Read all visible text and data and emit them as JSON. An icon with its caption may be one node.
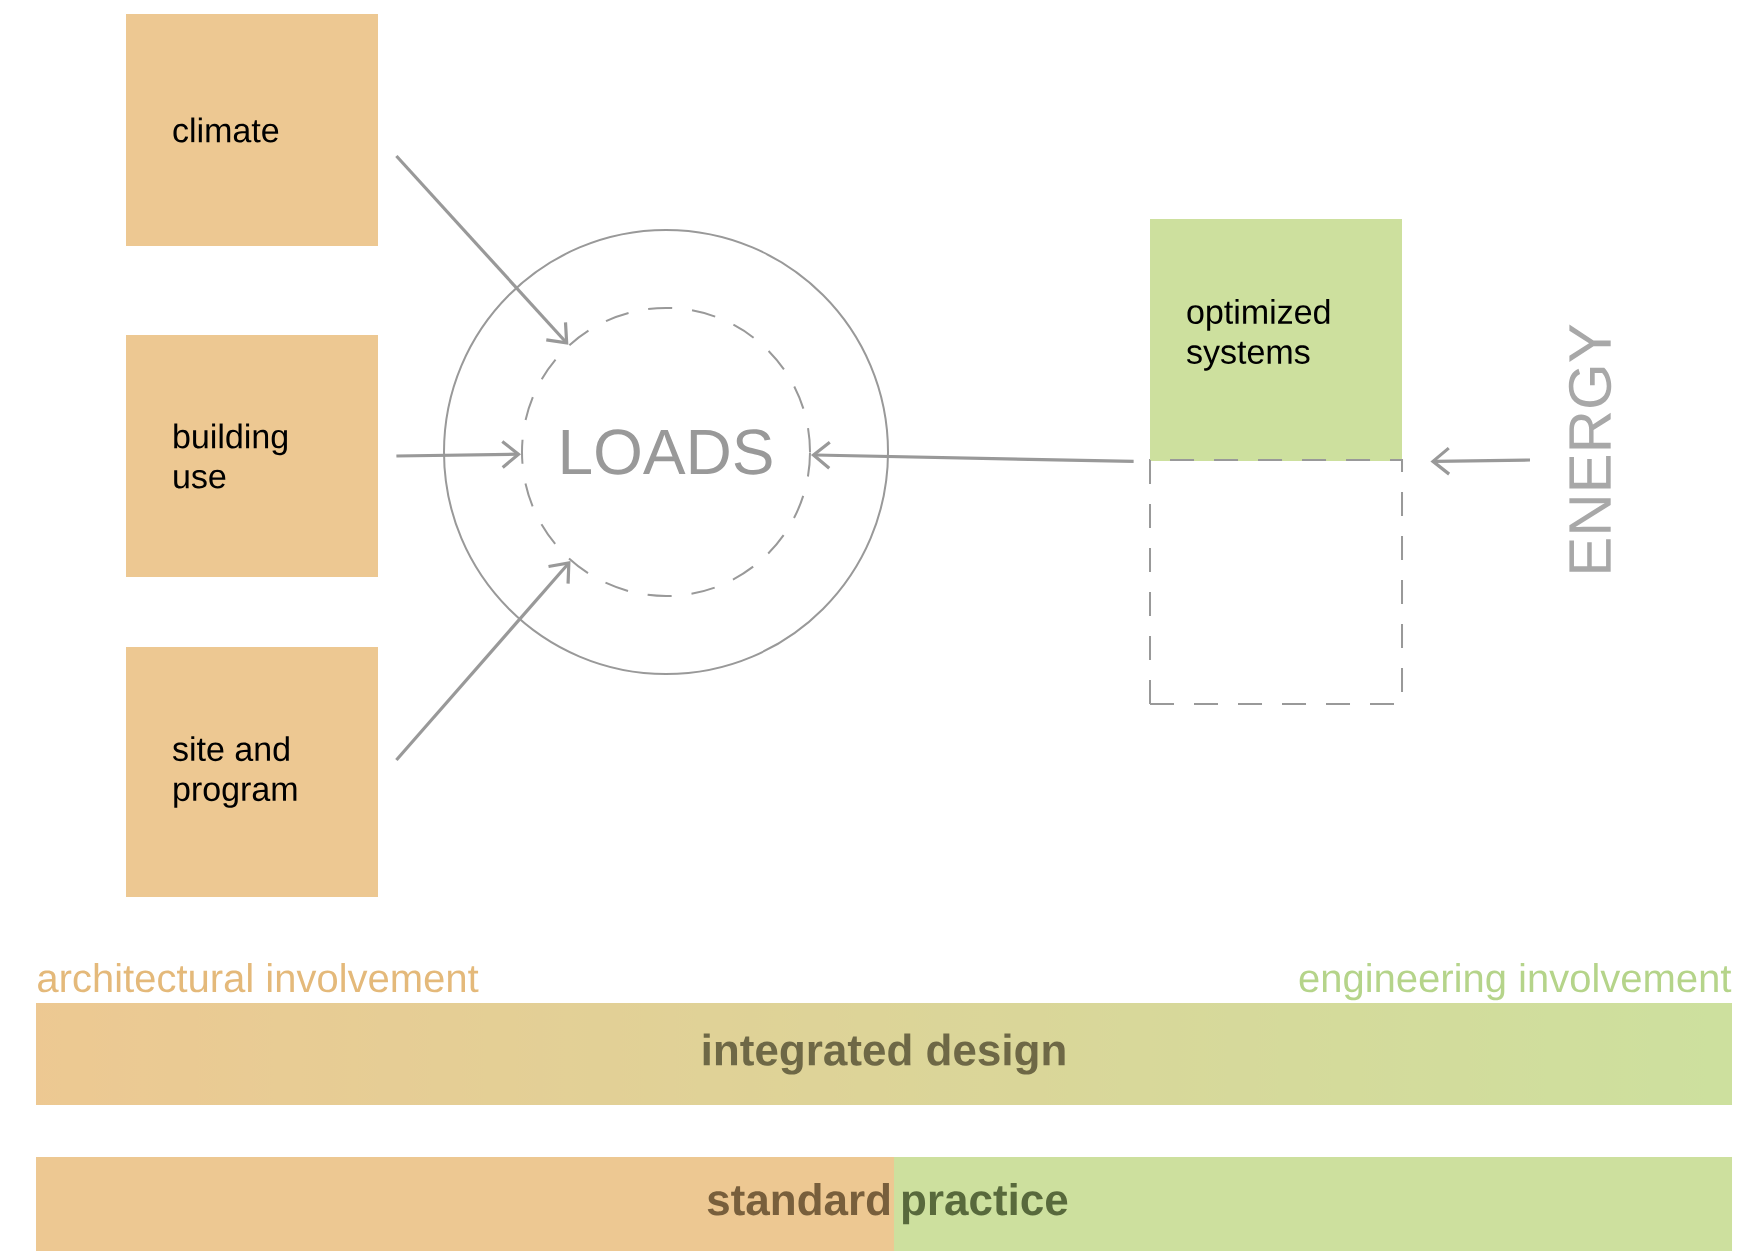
{
  "diagram": {
    "nodes": [
      {
        "text": [
          "climate"
        ]
      },
      {
        "text": [
          "building use"
        ]
      },
      {
        "text": [
          "site and program"
        ]
      },
      {
        "text": [
          "LOADS"
        ]
      },
      {
        "text": [
          "optimized systems"
        ]
      },
      {
        "text": [],
        "shape": "box"
      },
      {
        "text": [
          "ENERGY"
        ]
      },
      {
        "text": [
          "integrated design"
        ]
      },
      {
        "text": [
          "standard"
        ]
      },
      {
        "text": [
          "practice"
        ]
      }
    ],
    "edges": [
      {
        "from": 0,
        "to": 3,
        "arrow": "to"
      },
      {
        "from": 1,
        "to": 3,
        "arrow": "to"
      },
      {
        "from": 2,
        "to": 3,
        "arrow": "to"
      },
      {
        "from": 4,
        "to": 3,
        "arrow": "to"
      },
      {
        "from": 6,
        "to": 4,
        "arrow": "to"
      }
    ],
    "labels": [
      "architectural involvement",
      "engineering involvement"
    ]
  }
}
